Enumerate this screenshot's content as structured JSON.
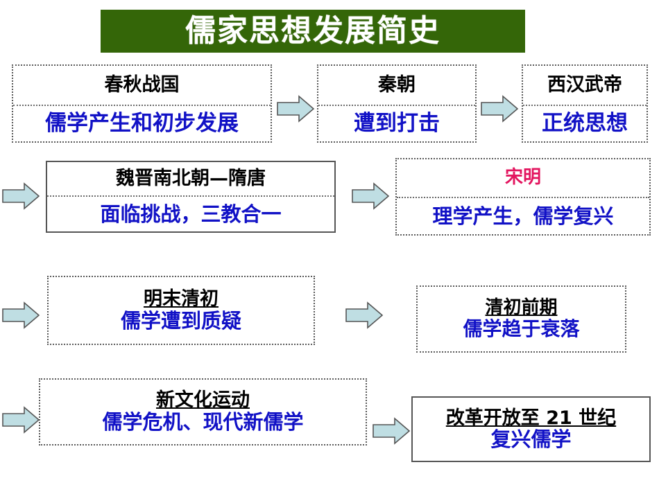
{
  "title": {
    "text": "儒家思想发展简史",
    "background_color": "#346608",
    "text_color": "#ffffff"
  },
  "colors": {
    "era_text": "#000000",
    "desc_text": "#1111c6",
    "highlight_era": "#e3155f",
    "arrow_fill": "#bfdee3",
    "arrow_stroke": "#555555",
    "box_border": "#5a5a5a"
  },
  "stages": [
    {
      "id": "chunqiu",
      "era": "春秋战国",
      "desc": "儒学产生和初步发展",
      "era_color": "#000000",
      "underline": false,
      "split": true
    },
    {
      "id": "qin",
      "era": "秦朝",
      "desc": "遭到打击",
      "era_color": "#000000",
      "underline": false,
      "split": true
    },
    {
      "id": "xihan",
      "era": "西汉武帝",
      "desc": "正统思想",
      "era_color": "#000000",
      "underline": false,
      "split": true
    },
    {
      "id": "weijin",
      "era": "魏晋南北朝—隋唐",
      "desc": "面临挑战，三教合一",
      "era_color": "#000000",
      "underline": false,
      "split": true
    },
    {
      "id": "songming",
      "era": "宋明",
      "desc": "理学产生，儒学复兴",
      "era_color": "#e3155f",
      "underline": false,
      "split": true
    },
    {
      "id": "mingmo",
      "era": "明末清初",
      "desc": "儒学遭到质疑",
      "era_color": "#000000",
      "underline": true,
      "split": false
    },
    {
      "id": "qingchu",
      "era": "清初前期",
      "desc": "儒学趋于衰落",
      "era_color": "#000000",
      "underline": true,
      "split": false
    },
    {
      "id": "xinwenhua",
      "era": "新文化运动",
      "desc": "儒学危机、现代新儒学",
      "era_color": "#000000",
      "underline": true,
      "split": false
    },
    {
      "id": "gaige",
      "era": "改革开放至 21 世纪",
      "desc": "复兴儒学",
      "era_color": "#000000",
      "underline": true,
      "split": false
    }
  ],
  "arrows": [
    {
      "id": "arrow-1",
      "from": "chunqiu",
      "to": "qin"
    },
    {
      "id": "arrow-2",
      "from": "qin",
      "to": "xihan"
    },
    {
      "id": "arrow-3",
      "from": "xihan",
      "to": "weijin"
    },
    {
      "id": "arrow-4",
      "from": "weijin",
      "to": "songming"
    },
    {
      "id": "arrow-5",
      "from": "songming",
      "to": "mingmo"
    },
    {
      "id": "arrow-6",
      "from": "mingmo",
      "to": "qingchu"
    },
    {
      "id": "arrow-7",
      "from": "qingchu",
      "to": "xinwenhua"
    },
    {
      "id": "arrow-8",
      "from": "xinwenhua",
      "to": "gaige"
    }
  ]
}
